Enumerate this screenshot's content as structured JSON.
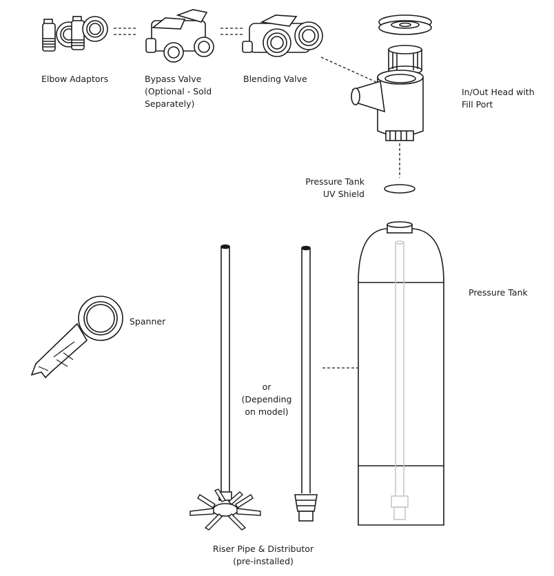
{
  "labels": {
    "elbow_adaptors": "Elbow Adaptors",
    "bypass_valve": [
      "Bypass Valve",
      "(Optional - Sold",
      "Separately)"
    ],
    "blending_valve": "Blending Valve",
    "head": [
      "In/Out Head with",
      "Fill Port"
    ],
    "uv_shield": [
      "Pressure Tank",
      "UV Shield"
    ],
    "pressure_tank": "Pressure Tank",
    "spanner": "Spanner",
    "or_note": [
      "or",
      "(Depending",
      "on model)"
    ],
    "riser": [
      "Riser Pipe & Distributor",
      "(pre-installed)"
    ]
  },
  "colors": {
    "stroke": "#1a1a1a",
    "ghost": "#c8c8c8",
    "fill": "#ffffff"
  }
}
